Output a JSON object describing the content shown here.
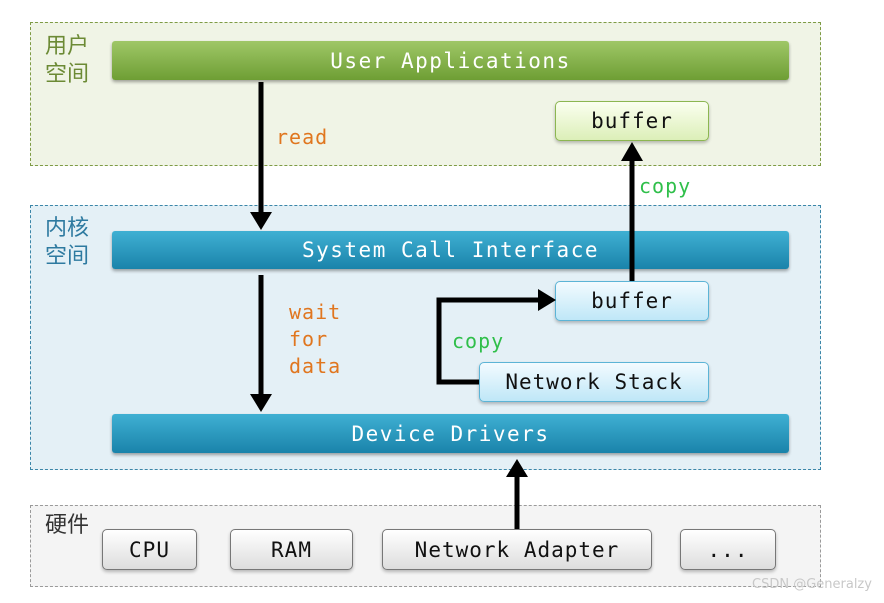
{
  "regions": {
    "user_space": "用户空间",
    "kernel_space": "内核空间",
    "hardware": "硬件"
  },
  "user": {
    "applications": "User Applications",
    "buffer": "buffer"
  },
  "kernel": {
    "syscall_interface": "System Call Interface",
    "buffer": "buffer",
    "network_stack": "Network Stack",
    "device_drivers": "Device Drivers"
  },
  "hardware": {
    "items": [
      "CPU",
      "RAM",
      "Network Adapter",
      "..."
    ]
  },
  "annotations": {
    "read": "read",
    "wait_for_data": "wait\nfor\ndata",
    "copy_to_user": "copy",
    "copy_in_kernel": "copy"
  },
  "watermark": "CSDN @Generalzy",
  "colors": {
    "user_region_border": "#7e9b45",
    "kernel_region_border": "#3b86a8",
    "orange_text": "#e0761f",
    "green_text": "#2fbf4a"
  }
}
